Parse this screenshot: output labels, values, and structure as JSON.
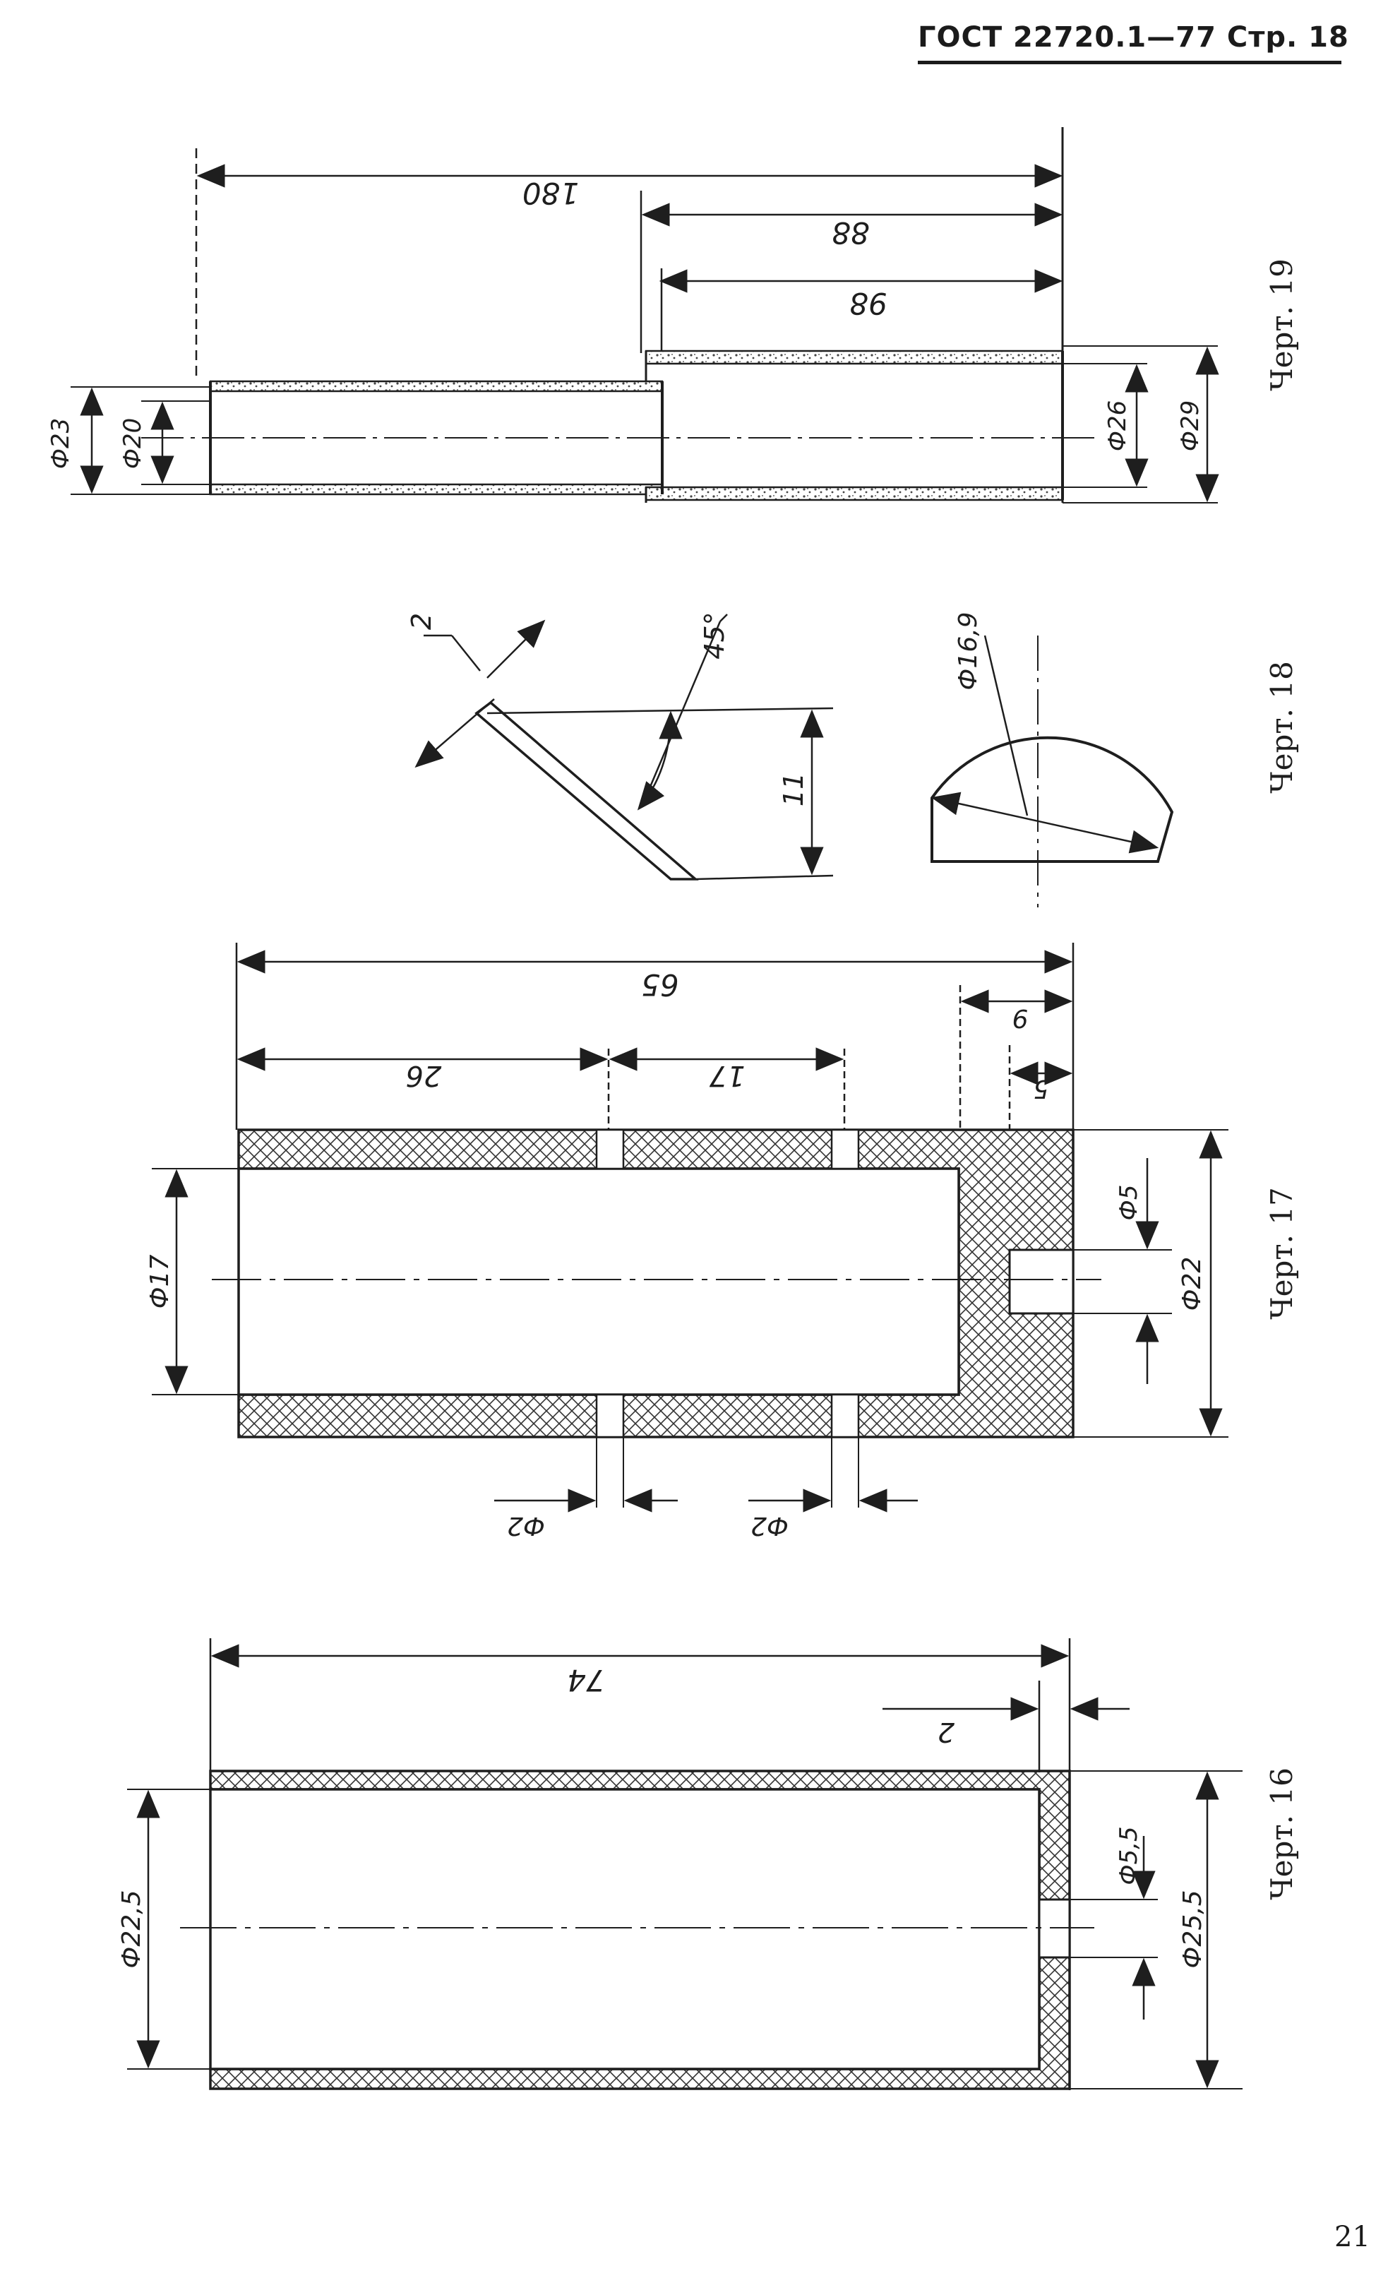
{
  "header": {
    "text": "ГОСТ 22720.1—77 Стр. 18"
  },
  "page_number": "21",
  "colors": {
    "ink": "#1e1e1e",
    "paper": "#ffffff"
  },
  "drawings": [
    {
      "caption": "Черт. 19",
      "dims": {
        "total_length": "180",
        "upper": "88",
        "lower": "98",
        "d_outer_left": "Ф23",
        "d_inner_left": "Ф20",
        "d_inner_right": "Ф26",
        "d_outer_right": "Ф29"
      }
    },
    {
      "caption": "Черт. 18",
      "dims": {
        "thickness": "2",
        "angle": "45°",
        "height": "11",
        "diameter": "Ф16,9"
      }
    },
    {
      "caption": "Черт. 17",
      "dims": {
        "total_length": "65",
        "seg1": "26",
        "seg2": "17",
        "end_length": "9",
        "pin_length": "5",
        "d_bore": "Ф17",
        "d_pin": "Ф5",
        "d_outer": "Ф22",
        "hole1": "Ф2",
        "hole2": "Ф2"
      }
    },
    {
      "caption": "Черт. 16",
      "dims": {
        "total_length": "74",
        "wall": "2",
        "d_inner": "Ф22,5",
        "d_hole": "Ф5,5",
        "d_outer": "Ф25,5"
      }
    }
  ]
}
